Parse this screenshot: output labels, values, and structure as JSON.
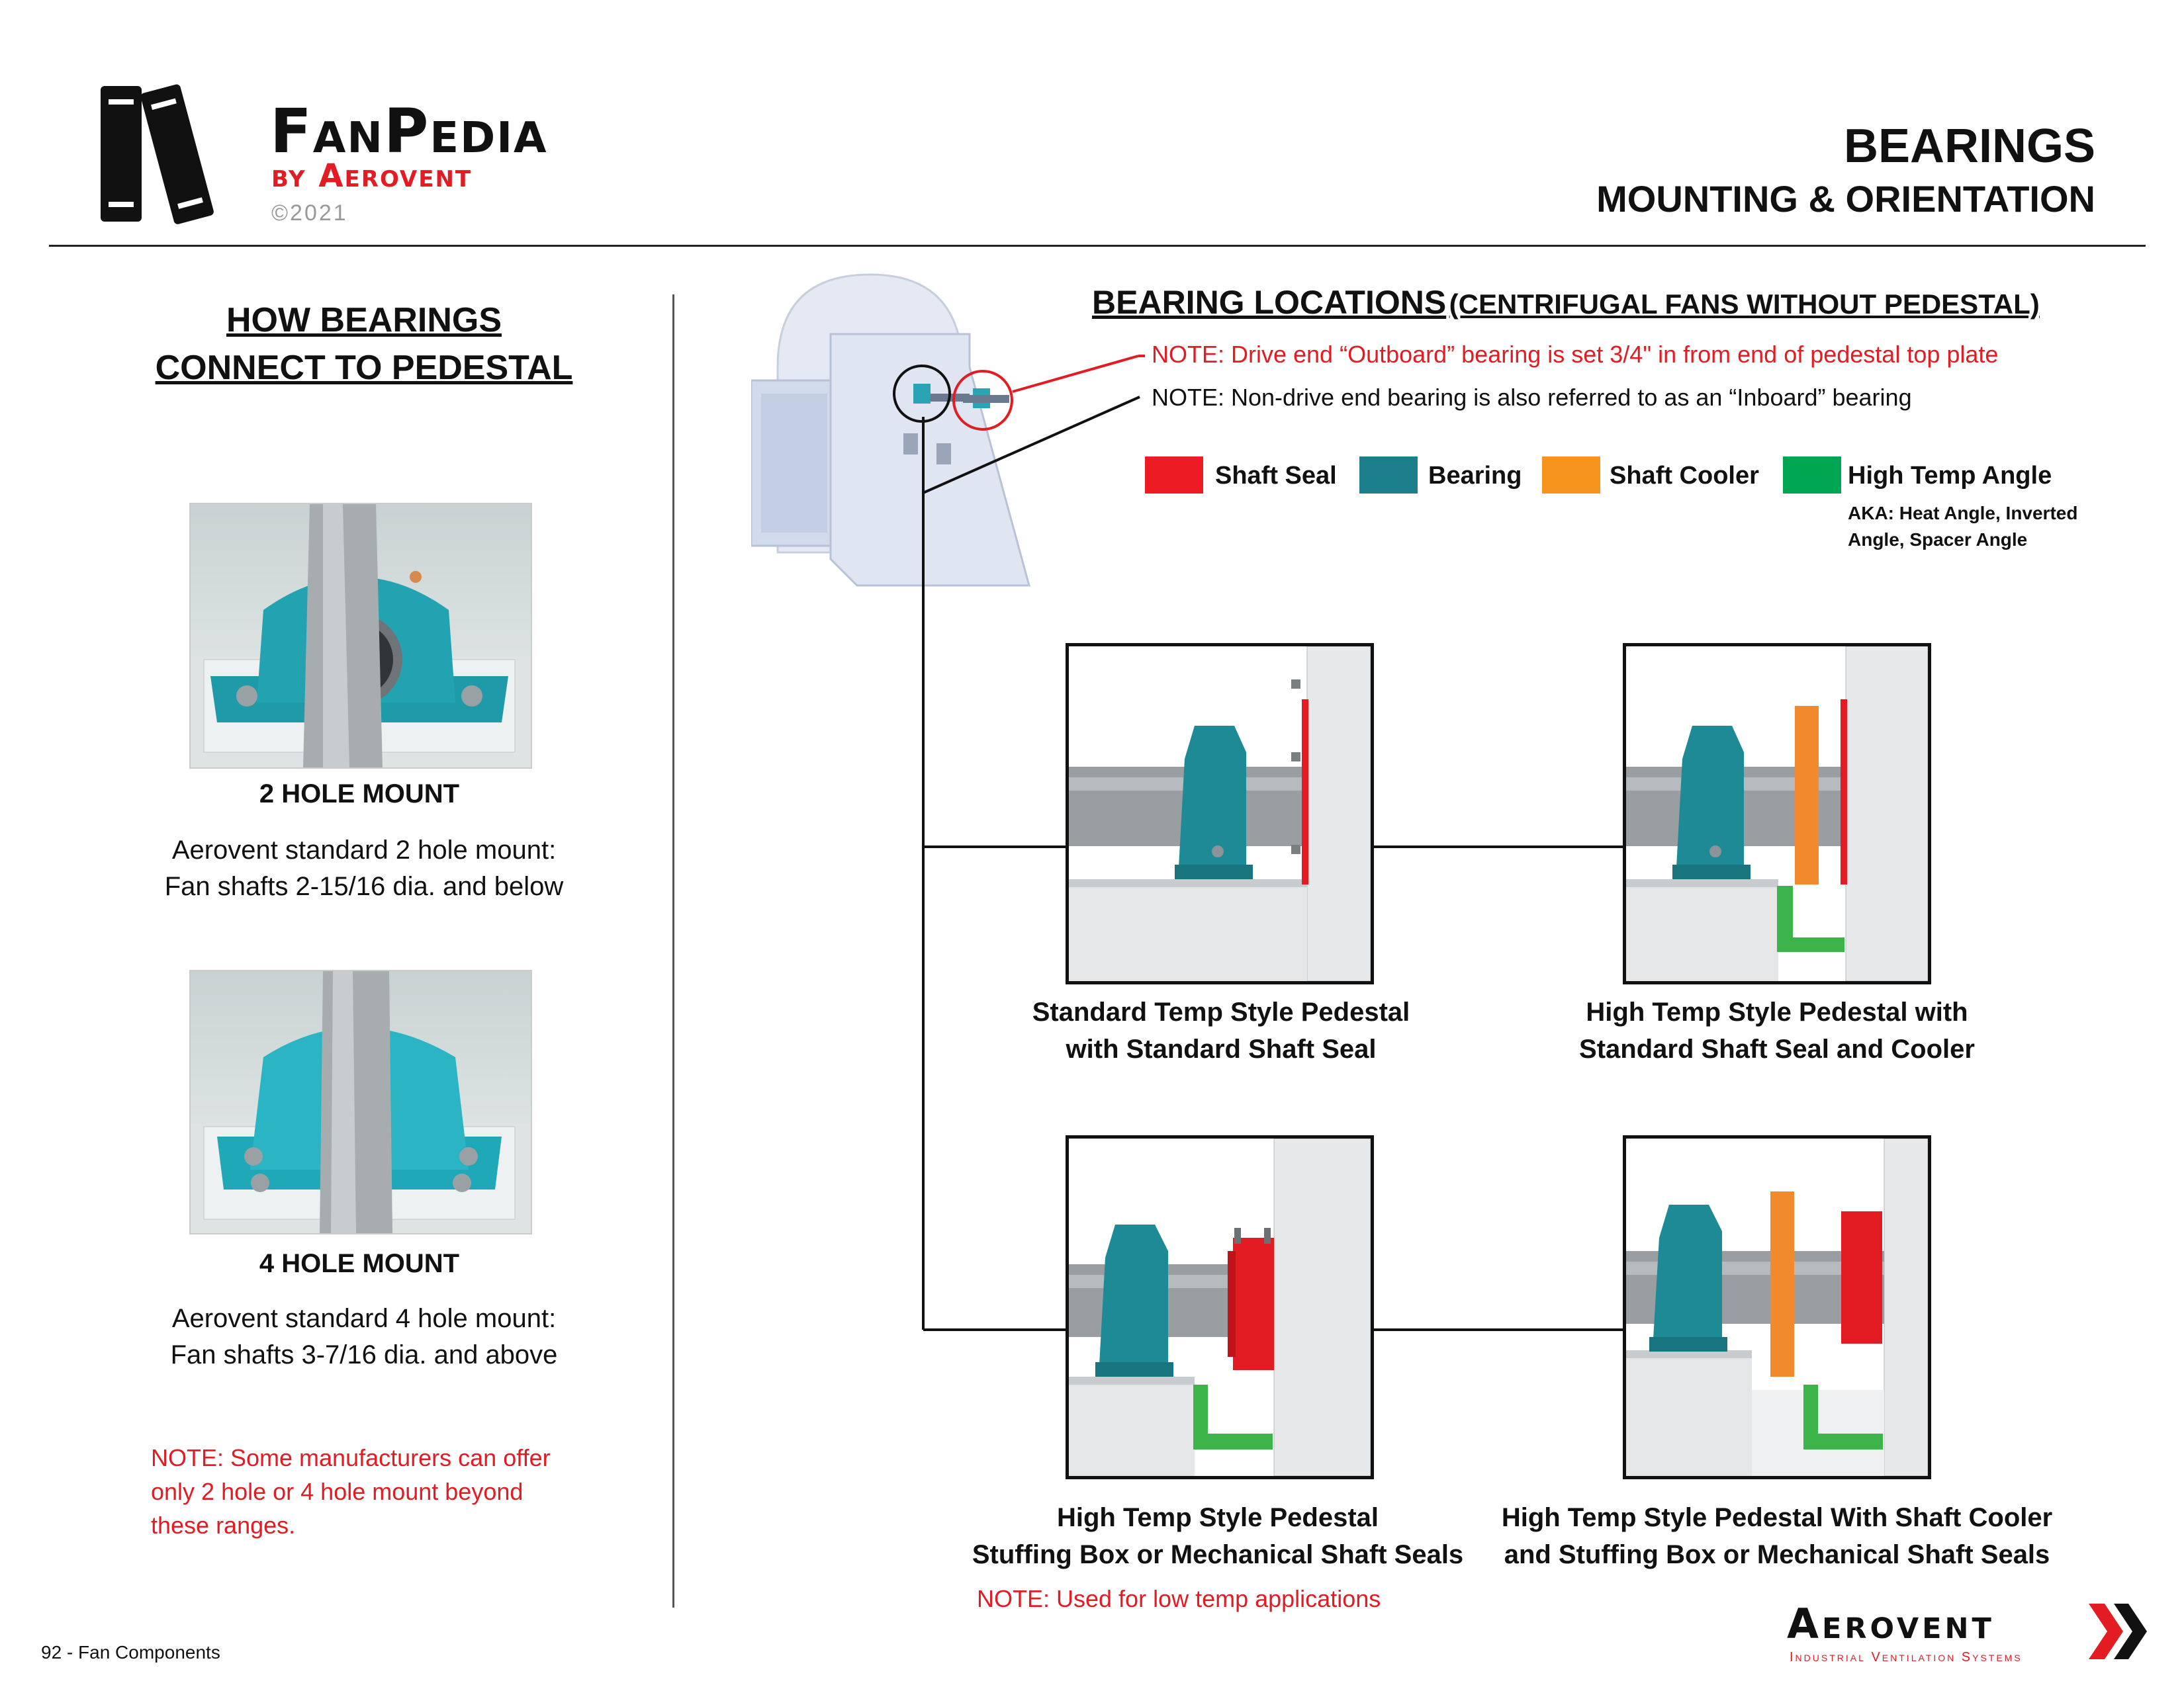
{
  "brand": {
    "name_part1": "FanPedia",
    "byline": "by Aerovent",
    "copyright": "©2021"
  },
  "header": {
    "title": "BEARINGS",
    "subtitle": "MOUNTING & ORIENTATION"
  },
  "left": {
    "heading_line1": "HOW BEARINGS",
    "heading_line2": "CONNECT TO PEDESTAL",
    "mount2": {
      "title": "2 HOLE MOUNT",
      "desc_line1": "Aerovent standard 2 hole mount:",
      "desc_line2": "Fan shafts 2-15/16 dia. and below"
    },
    "mount4": {
      "title": "4 HOLE MOUNT",
      "desc_line1": "Aerovent standard 4 hole mount:",
      "desc_line2": "Fan shafts 3-7/16 dia. and above"
    },
    "note_line1": "NOTE: Some manufacturers can offer",
    "note_line2": "only 2 hole or 4 hole mount beyond",
    "note_line3": "these ranges."
  },
  "locations": {
    "title": "BEARING LOCATIONS",
    "title_paren": "(CENTRIFUGAL FANS WITHOUT PEDESTAL)",
    "note_outboard": "NOTE: Drive end “Outboard” bearing is set 3/4\" in from end of pedestal top plate",
    "note_inboard": "NOTE: Non-drive end bearing is also referred to as an “Inboard” bearing",
    "legend": [
      {
        "label": "Shaft Seal",
        "color": "#ed1c24"
      },
      {
        "label": "Bearing",
        "color": "#1e7f8c"
      },
      {
        "label": "Shaft Cooler",
        "color": "#f7941d"
      },
      {
        "label": "High Temp Angle",
        "color": "#00a651"
      }
    ],
    "aka_line1": "AKA: Heat Angle, Inverted",
    "aka_line2": "Angle, Spacer Angle"
  },
  "captions": {
    "c1_line1": "Standard Temp Style Pedestal",
    "c1_line2": "with Standard Shaft Seal",
    "c2_line1": "High Temp Style Pedestal with",
    "c2_line2": "Standard  Shaft Seal and Cooler",
    "c3_line1": "High Temp Style Pedestal",
    "c3_line2": "Stuffing Box or Mechanical Shaft Seals",
    "c3_note": "NOTE: Used for low temp applications",
    "c4_line1": "High Temp Style Pedestal With Shaft Cooler",
    "c4_line2": "and Stuffing Box or Mechanical Shaft Seals"
  },
  "footer": {
    "page_label": "92 - Fan Components",
    "company": "Aerovent",
    "tagline": "Industrial Ventilation Systems"
  },
  "colors": {
    "seal": "#e31b23",
    "bearing": "#1e8a96",
    "cooler": "#f08a2c",
    "angle": "#3cb44a",
    "shaft": "#9a9ea2"
  }
}
